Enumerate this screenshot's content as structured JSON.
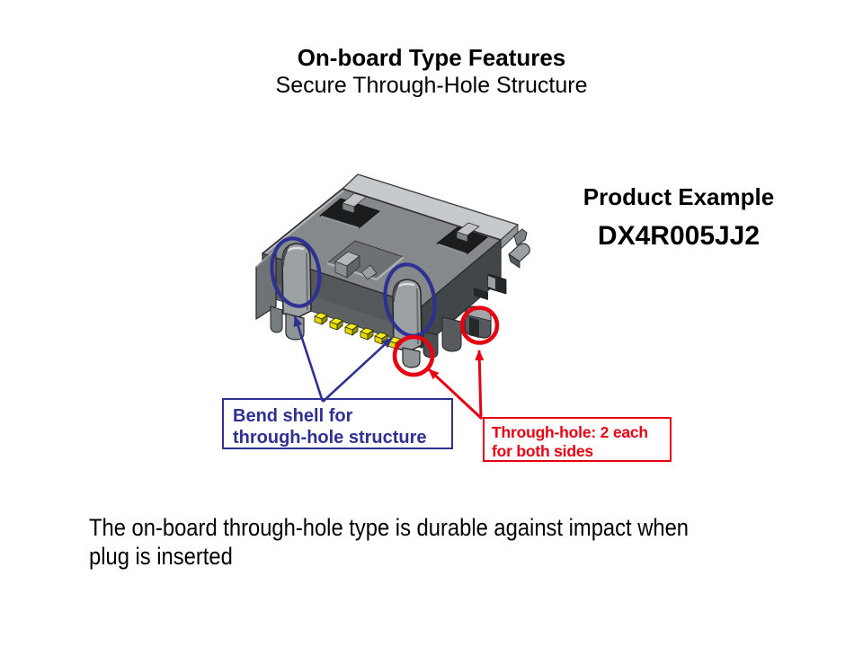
{
  "header": {
    "title": "On-board Type Features",
    "subtitle": "Secure Through-Hole Structure"
  },
  "product": {
    "label": "Product Example",
    "model": "DX4R005JJ2"
  },
  "callouts": {
    "bend_shell": {
      "line1": "Bend shell for",
      "line2": "through-hole structure"
    },
    "through_hole": {
      "line1": "Through-hole: 2 each",
      "line2": "for both sides"
    }
  },
  "caption": {
    "line1": "The on-board through-hole type is durable against impact when",
    "line2": "plug is inserted"
  },
  "figure": {
    "name": "micro-usb-on-board-connector-3d-render",
    "annotation_blue": "#2e3191",
    "annotation_red": "#e60012",
    "pin_yellow": "#f4ec1a"
  }
}
